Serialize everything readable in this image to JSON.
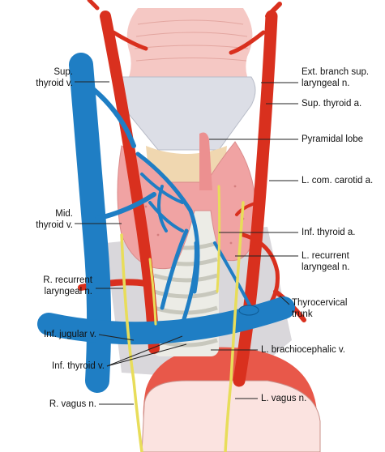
{
  "labels": {
    "sup_thyroid_v": [
      "Sup.",
      "thyroid v."
    ],
    "ext_branch": [
      "Ext. branch sup.",
      "laryngeal n."
    ],
    "sup_thyroid_a": "Sup. thyroid a.",
    "pyramidal_lobe": "Pyramidal lobe",
    "l_com_carotid": "L. com. carotid a.",
    "mid_thyroid_v": [
      "Mid.",
      "thyroid v."
    ],
    "inf_thyroid_a": "Inf. thyroid a.",
    "l_recurrent": [
      "L. recurrent",
      "laryngeal n."
    ],
    "r_recurrent": [
      "R. recurrent",
      "laryngeal n."
    ],
    "thyrocervical": [
      "Thyrocervical",
      "trunk"
    ],
    "inf_jugular": "Inf. jugular v.",
    "l_brachiocephalic": "L. brachiocephalic v.",
    "inf_thyroid_v": "Inf. thyroid v.",
    "r_vagus": "R. vagus n.",
    "l_vagus": "L. vagus n."
  },
  "colors": {
    "artery": "#d9301e",
    "vein": "#1f7ec4",
    "nerve": "#e8dd5a",
    "thyroid": "#f0a3a3",
    "cartilage": "#dcdee6",
    "leader": "#222222"
  }
}
